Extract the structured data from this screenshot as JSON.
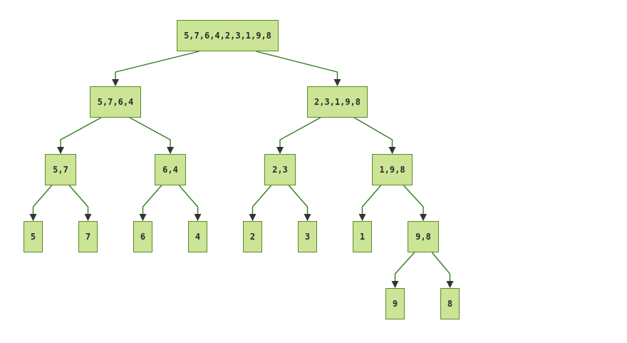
{
  "diagram": {
    "colors": {
      "node_fill": "#cce495",
      "node_border": "#5a8a2a",
      "edge": "#2e7d1f",
      "arrow": "#333333"
    },
    "nodes": [
      {
        "id": "n0",
        "label": "5,7,6,4,2,3,1,9,8"
      },
      {
        "id": "n1",
        "label": "5,7,6,4"
      },
      {
        "id": "n2",
        "label": "2,3,1,9,8"
      },
      {
        "id": "n3",
        "label": "5,7"
      },
      {
        "id": "n4",
        "label": "6,4"
      },
      {
        "id": "n5",
        "label": "2,3"
      },
      {
        "id": "n6",
        "label": "1,9,8"
      },
      {
        "id": "n7",
        "label": "5"
      },
      {
        "id": "n8",
        "label": "7"
      },
      {
        "id": "n9",
        "label": "6"
      },
      {
        "id": "n10",
        "label": "4"
      },
      {
        "id": "n11",
        "label": "2"
      },
      {
        "id": "n12",
        "label": "3"
      },
      {
        "id": "n13",
        "label": "1"
      },
      {
        "id": "n14",
        "label": "9,8"
      },
      {
        "id": "n15",
        "label": "9"
      },
      {
        "id": "n16",
        "label": "8"
      }
    ],
    "edges": [
      {
        "from": "n0",
        "to": "n1"
      },
      {
        "from": "n0",
        "to": "n2"
      },
      {
        "from": "n1",
        "to": "n3"
      },
      {
        "from": "n1",
        "to": "n4"
      },
      {
        "from": "n2",
        "to": "n5"
      },
      {
        "from": "n2",
        "to": "n6"
      },
      {
        "from": "n3",
        "to": "n7"
      },
      {
        "from": "n3",
        "to": "n8"
      },
      {
        "from": "n4",
        "to": "n9"
      },
      {
        "from": "n4",
        "to": "n10"
      },
      {
        "from": "n5",
        "to": "n11"
      },
      {
        "from": "n5",
        "to": "n12"
      },
      {
        "from": "n6",
        "to": "n13"
      },
      {
        "from": "n6",
        "to": "n14"
      },
      {
        "from": "n14",
        "to": "n15"
      },
      {
        "from": "n14",
        "to": "n16"
      }
    ]
  }
}
